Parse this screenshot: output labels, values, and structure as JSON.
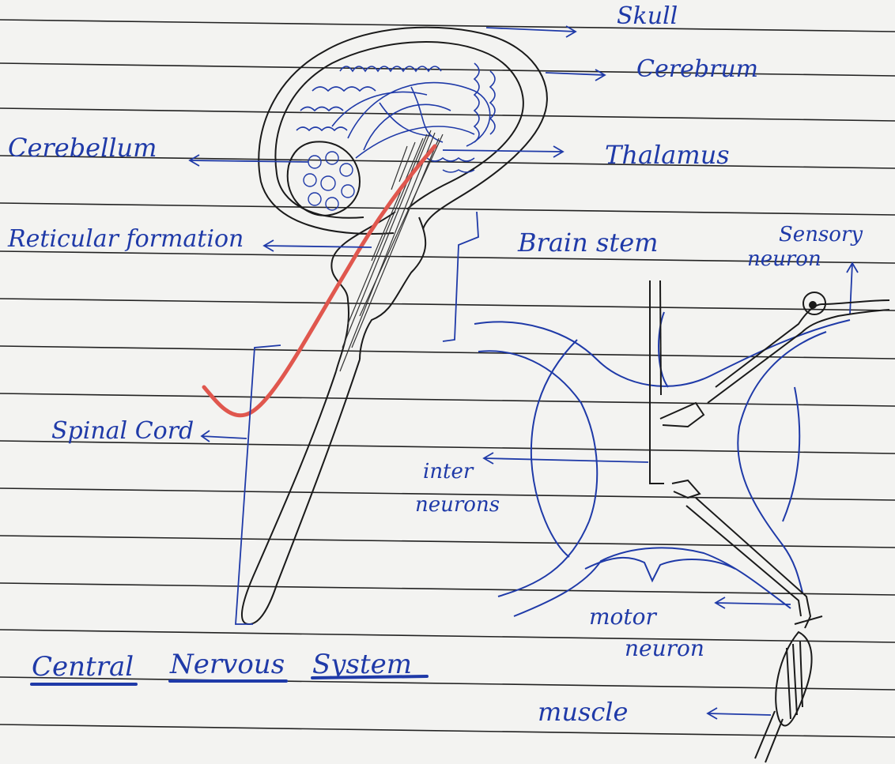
{
  "labels": {
    "skull": "Skull",
    "cerebrum": "Cerebrum",
    "thalamus": "Thalamus",
    "cerebellum": "Cerebellum",
    "reticular_formation": "Reticular formation",
    "brain_stem": "Brain stem",
    "sensory": "Sensory",
    "neuron": "neuron",
    "spinal_cord": "Spinal Cord",
    "inter": "inter",
    "neurons": "neurons",
    "motor": "motor",
    "motor_neuron": "neuron",
    "muscle": "muscle"
  },
  "title": {
    "word1": "Central",
    "word2": "Nervous",
    "word3": "System"
  },
  "colors": {
    "ink_blue": "#1f3aa8",
    "ink_black": "#1a1a1a",
    "rule_line": "#1c1c1c",
    "paper": "#f3f3f1",
    "red_mark": "#e0574e"
  }
}
